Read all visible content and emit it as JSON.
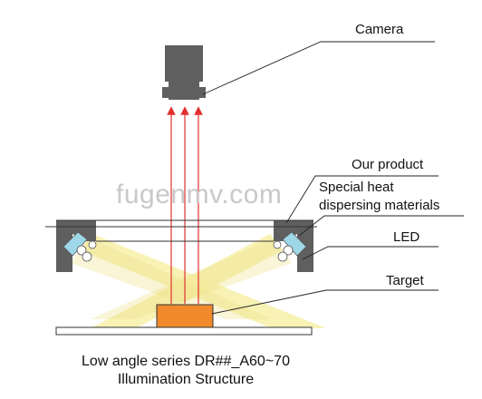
{
  "labels": {
    "camera": "Camera",
    "our_product": "Our product",
    "heat_line1": "Special heat",
    "heat_line2": "dispersing materials",
    "led": "LED",
    "target": "Target"
  },
  "watermark": "fugenmv.com",
  "caption": {
    "line1": "Low angle series DR##_A60~70",
    "line2": "Illumination Structure"
  },
  "colors": {
    "light_beam": "#f7f0a8",
    "target": "#f08a2c",
    "ray": "#e23030",
    "body": "#5f5f5f",
    "led_diffuser": "#9ed8e8"
  }
}
